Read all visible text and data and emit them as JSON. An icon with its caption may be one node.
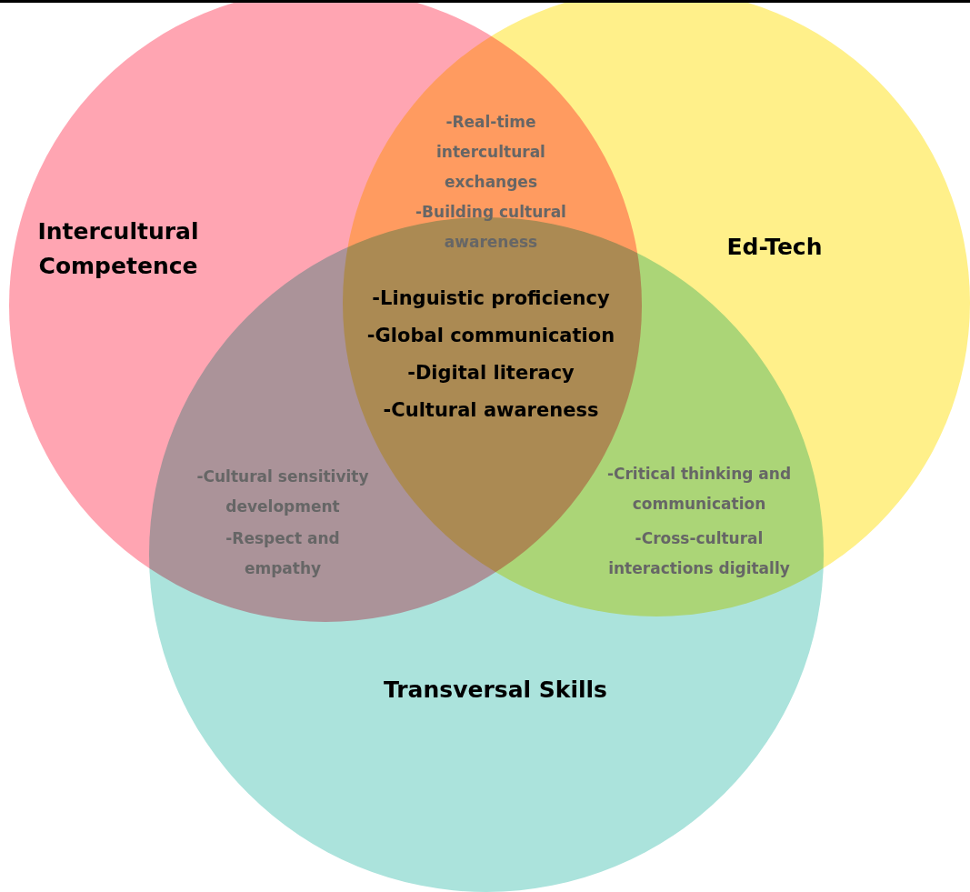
{
  "diagram": {
    "nodes": [
      {
        "text": [
          "Intercultural Competence"
        ]
      },
      {
        "text": [
          "Ed-Tech"
        ]
      },
      {
        "text": [
          "Transversal Skills"
        ]
      }
    ],
    "labels": [
      "-Real-time intercultural exchanges",
      "-Building cultural awareness",
      "-Linguistic proficiency",
      "-Global communication",
      "-Digital literacy",
      "-Cultural awareness",
      "-Cultural sensitivity development",
      "-Respect and empathy",
      "-Critical thinking and communication",
      "-Cross-cultural interactions digitally"
    ]
  }
}
